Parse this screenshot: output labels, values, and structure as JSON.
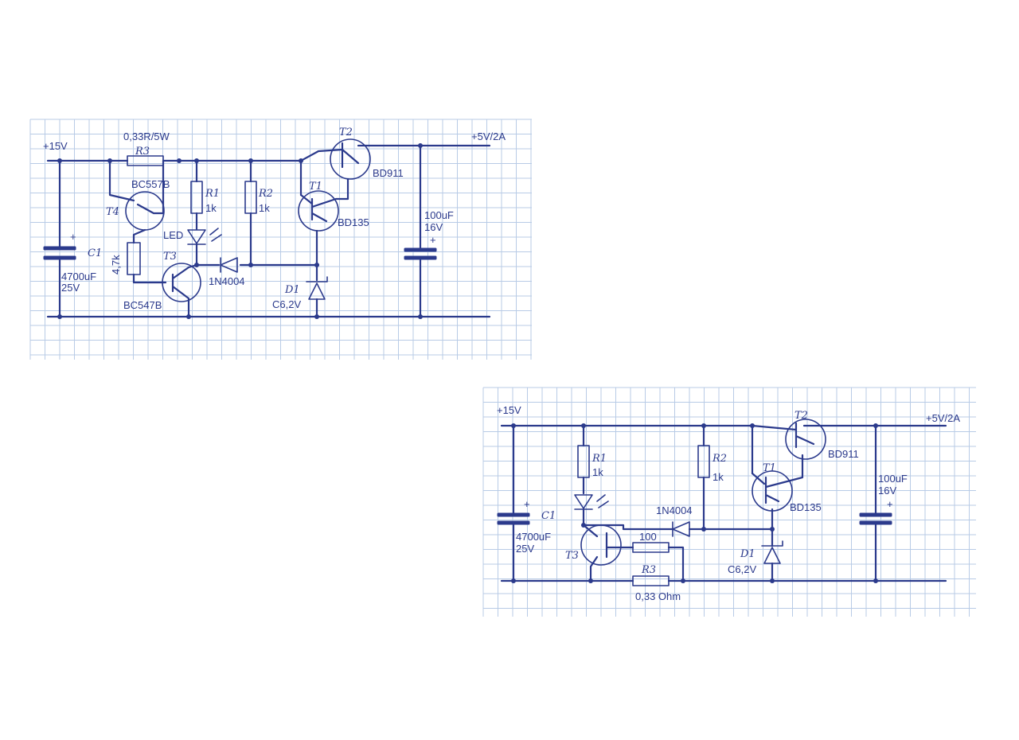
{
  "colors": {
    "ink": "#2b3a8c",
    "grid": "#b8cbe6",
    "paper": "#ffffff"
  },
  "circuit_a": {
    "vin": "+15V",
    "vout": "+5V/2A",
    "r3_value": "0,33R/5W",
    "r3_ref": "R3",
    "t4_type": "BC557B",
    "t4_ref": "T4",
    "r1_ref": "R1",
    "r1_value": "1k",
    "r2_ref": "R2",
    "r2_value": "1k",
    "led_label": "LED",
    "r4_value": "4,7k",
    "c1_ref": "C1",
    "c1_value": "4700uF",
    "c1_voltage": "25V",
    "t3_ref": "T3",
    "t3_type": "BC547B",
    "diode_type": "1N4004",
    "t1_ref": "T1",
    "t1_type": "BD135",
    "t2_ref": "T2",
    "t2_type": "BD911",
    "d1_ref": "D1",
    "d1_type": "C6,2V",
    "c2_value": "100uF",
    "c2_voltage": "16V"
  },
  "circuit_b": {
    "vin": "+15V",
    "vout": "+5V/2A",
    "r1_ref": "R1",
    "r1_value": "1k",
    "r2_ref": "R2",
    "r2_value": "1k",
    "c1_ref": "C1",
    "c1_value": "4700uF",
    "c1_voltage": "25V",
    "diode_type": "1N4004",
    "t3_ref": "T3",
    "r_base_value": "100",
    "r3_ref": "R3",
    "r3_value": "0,33 Ohm",
    "t1_ref": "T1",
    "t1_type": "BD135",
    "t2_ref": "T2",
    "t2_type": "BD911",
    "d1_ref": "D1",
    "d1_type": "C6,2V",
    "c2_value": "100uF",
    "c2_voltage": "16V"
  }
}
